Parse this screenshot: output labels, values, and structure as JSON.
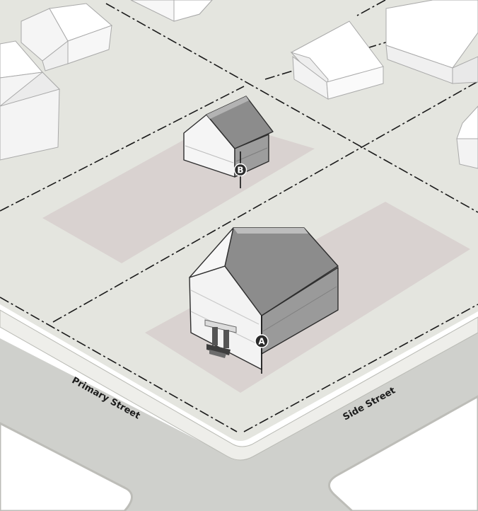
{
  "colors": {
    "lot_fill": "#e4e5df",
    "sidewalk": "#d1d2cc",
    "street": "#cfd0cc",
    "setback_area": "#d9d2d0",
    "property_line": "#1a1a1a",
    "roof": "#8c8c8c",
    "wall_light": "#f2f2f2",
    "wall_shade": "#9a9a9a",
    "marker": "#2b2b2b"
  },
  "streets": {
    "primary_label": "Primary Street",
    "side_label": "Side Street"
  },
  "markers": {
    "a_label": "A",
    "b_label": "B"
  }
}
